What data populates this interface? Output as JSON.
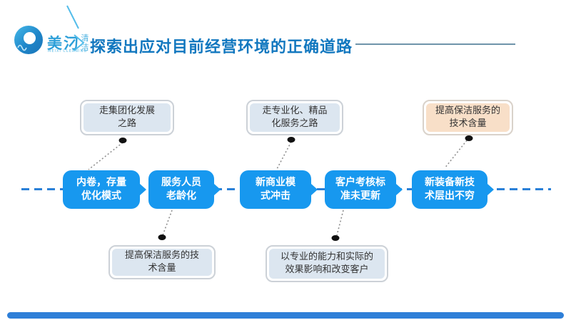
{
  "slide": {
    "logo": {
      "brand": "美汈",
      "brand_suffix": "清洁",
      "brand_sub": "MEIXI CLEANING"
    },
    "title": "探索出应对目前经营环境的正确道路",
    "theme": {
      "stage_box_blue": "#1798ef",
      "title_blue": "#1177bf",
      "timeline_dash_blue": "#2a80d8",
      "callout_gray_fill": "#dce6f0",
      "callout_orange_fill": "#f8dfc8",
      "footer_bar_blue": "#2e7fd8",
      "logo_blue": "#2d9fd8"
    }
  },
  "timeline": {
    "boxes": [
      {
        "line1": "内卷，存量",
        "line2": "优化模式"
      },
      {
        "line1": "服务人员",
        "line2": "老龄化"
      },
      {
        "line1": "新商业模",
        "line2": "式冲击"
      },
      {
        "line1": "客户考核标",
        "line2": "准未更新"
      },
      {
        "line1": "新装备新技",
        "line2": "术层出不穷"
      }
    ]
  },
  "callouts_top": [
    {
      "line1": "走集团化发展",
      "line2": "之路"
    },
    {
      "line1": "走专业化、精品",
      "line2": "化服务之路"
    },
    {
      "line1": "提高保洁服务的",
      "line2": "技术含量"
    }
  ],
  "callouts_bottom": [
    {
      "line1": "提高保洁服务的技",
      "line2": "术含量"
    },
    {
      "line1": "以专业的能力和实际的",
      "line2": "效果影响和改变客户"
    }
  ]
}
